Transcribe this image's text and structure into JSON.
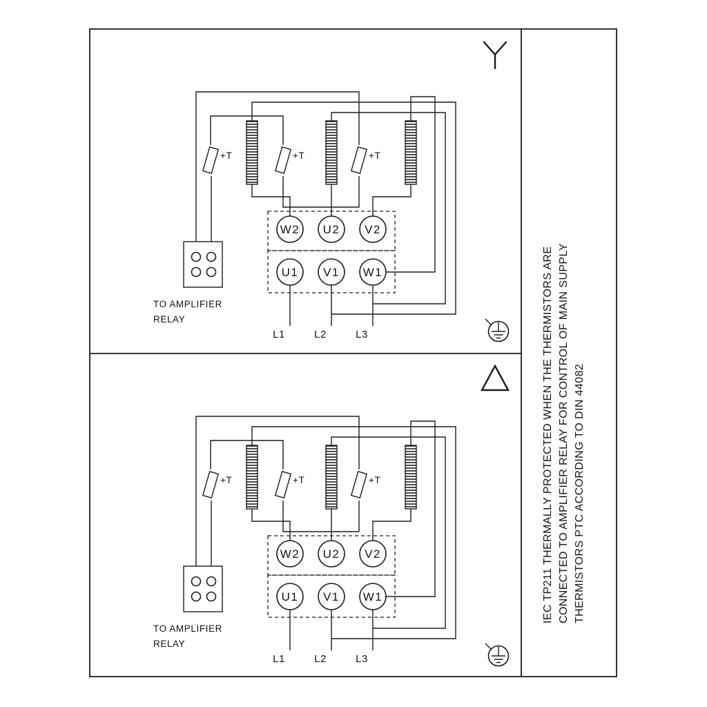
{
  "diagram": {
    "title_icons": {
      "top_panel_symbol": "star-connection-icon",
      "bottom_panel_symbol": "delta-connection-icon",
      "ground_symbol": "earth-ground-icon"
    },
    "panels": [
      {
        "id": "star",
        "connection": "star",
        "thermistor_labels": [
          "+T",
          "+T",
          "+T"
        ],
        "terminals_top": [
          "W2",
          "U2",
          "V2"
        ],
        "terminals_bottom": [
          "U1",
          "V1",
          "W1"
        ],
        "mains_labels": [
          "L1",
          "L2",
          "L3"
        ],
        "relay_caption": [
          "TO AMPLIFIER",
          "RELAY"
        ]
      },
      {
        "id": "delta",
        "connection": "delta",
        "thermistor_labels": [
          "+T",
          "+T",
          "+T"
        ],
        "terminals_top": [
          "W2",
          "U2",
          "V2"
        ],
        "terminals_bottom": [
          "U1",
          "V1",
          "W1"
        ],
        "mains_labels": [
          "L1",
          "L2",
          "L3"
        ],
        "relay_caption": [
          "TO AMPLIFIER",
          "RELAY"
        ]
      }
    ],
    "side_note_lines": [
      "IEC TP211 THERMALLY PROTECTED WHEN THE THERMISTORS ARE",
      "CONNECTED TO AMPLIFIER RELAY FOR CONTROL OF MAIN SUPPLY",
      "THERMISTORS PTC ACCORDING TO DIN 44082"
    ],
    "colors": {
      "line": "#1b1b1b",
      "background": "#ffffff"
    }
  }
}
